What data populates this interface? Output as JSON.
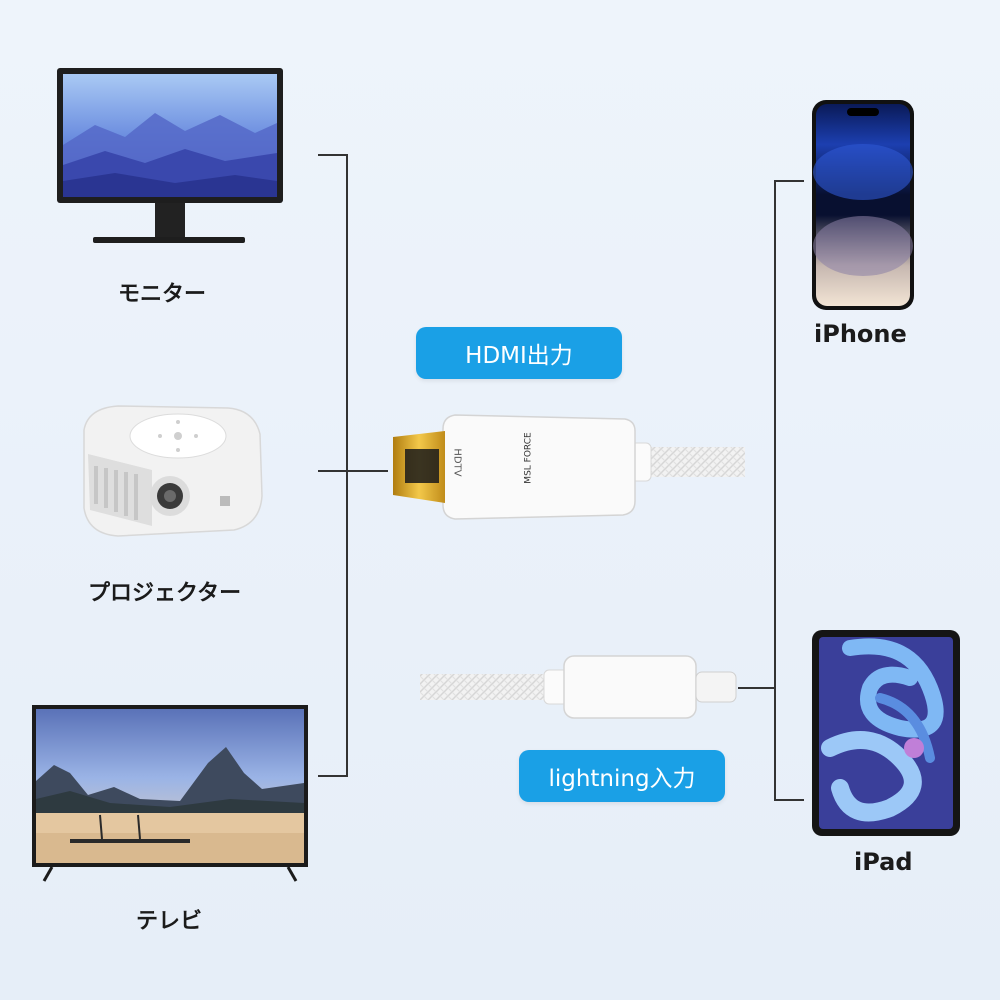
{
  "devices_left": {
    "monitor": "モニター",
    "projector": "プロジェクター",
    "tv": "テレビ"
  },
  "devices_right": {
    "iphone": "iPhone",
    "ipad": "iPad"
  },
  "badges": {
    "hdmi_out": "HDMI出力",
    "lightning_in": "lightning入力"
  },
  "connector_print": {
    "hdtv": "HDTV",
    "brand": "MSL FORCE"
  },
  "colors": {
    "badge_blue": "#1aa0e6",
    "connector_gold": "#d9a520",
    "cable_white": "#f4f4f4"
  }
}
